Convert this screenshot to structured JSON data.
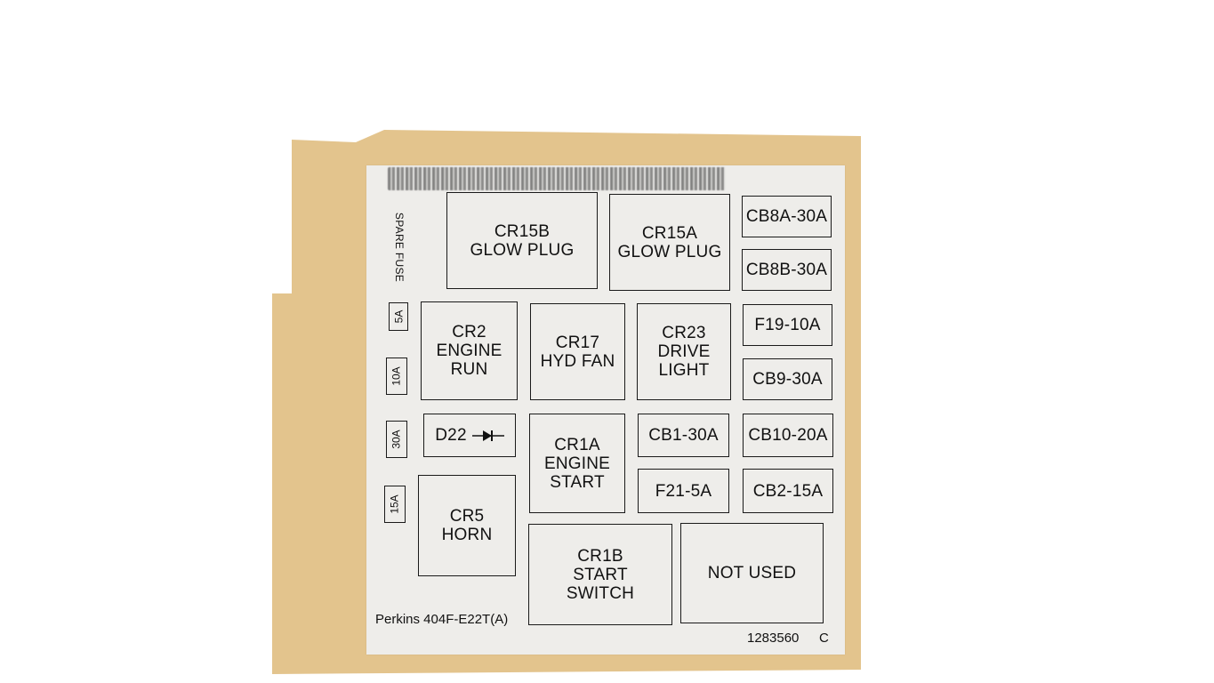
{
  "label": {
    "spare_fuse_title": "SPARE FUSE",
    "spare_fuses": [
      "5A",
      "10A",
      "30A",
      "15A"
    ],
    "components": {
      "cr15b": [
        "CR15B",
        "GLOW PLUG"
      ],
      "cr15a": [
        "CR15A",
        "GLOW PLUG"
      ],
      "cb8a": "CB8A-30A",
      "cb8b": "CB8B-30A",
      "cr2": [
        "CR2",
        "ENGINE",
        "RUN"
      ],
      "cr17": [
        "CR17",
        "HYD FAN"
      ],
      "cr23": [
        "CR23",
        "DRIVE",
        "LIGHT"
      ],
      "f19": "F19-10A",
      "cb9": "CB9-30A",
      "d22": "D22",
      "cr1a": [
        "CR1A",
        "ENGINE",
        "START"
      ],
      "cb1": "CB1-30A",
      "cb10": "CB10-20A",
      "f21": "F21-5A",
      "cb2": "CB2-15A",
      "cr5": [
        "CR5",
        "HORN"
      ],
      "cr1b": [
        "CR1B",
        "START",
        "SWITCH"
      ],
      "not_used": "NOT USED"
    },
    "model": "Perkins 404F-E22T(A)",
    "part_number": "1283560",
    "revision": "C"
  },
  "colors": {
    "backing": "#e3c48d",
    "label": "#eeedea",
    "border": "#1a1a1a"
  }
}
